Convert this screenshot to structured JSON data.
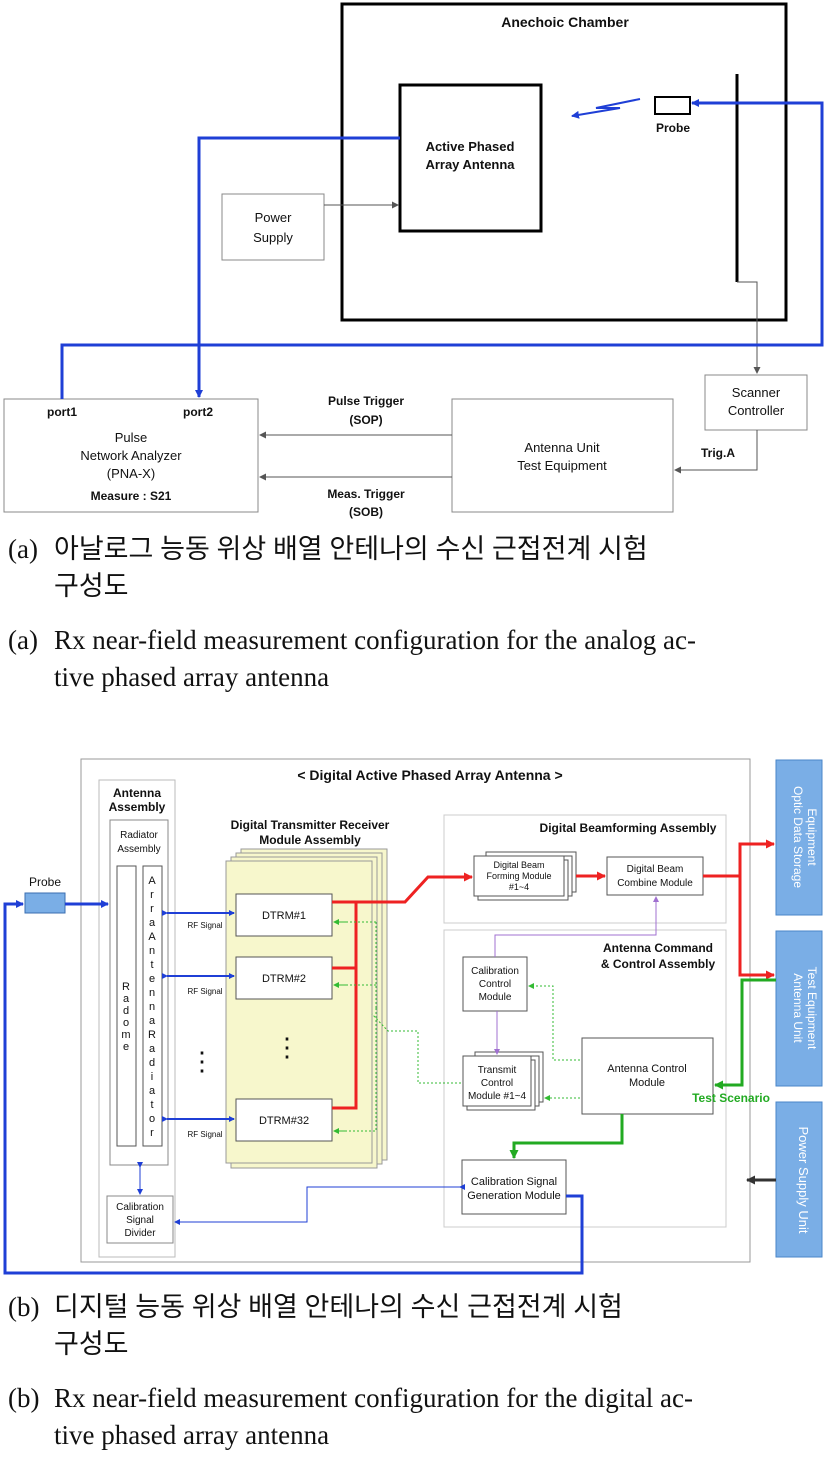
{
  "diagram_a": {
    "chamber": "Anechoic Chamber",
    "antenna_line1": "Active Phased",
    "antenna_line2": "Array Antenna",
    "probe": "Probe",
    "power_line1": "Power",
    "power_line2": "Supply",
    "scanner_line1": "Scanner",
    "scanner_line2": "Controller",
    "pna_port1": "port1",
    "pna_port2": "port2",
    "pna_line1": "Pulse",
    "pna_line2": "Network Analyzer",
    "pna_line3": "(PNA-X)",
    "pna_measure": "Measure : S21",
    "ate_line1": "Antenna Unit",
    "ate_line2": "Test Equipment",
    "pulse_trigger_line1": "Pulse Trigger",
    "pulse_trigger_line2": "(SOP)",
    "meas_trigger_line1": "Meas. Trigger",
    "meas_trigger_line2": "(SOB)",
    "trig_a": "Trig.A"
  },
  "caption_a": {
    "korean_label": "(a)",
    "korean_line1": "아날로그 능동 위상 배열 안테나의 수신 근접전계 시험",
    "korean_line2": "구성도",
    "english_label": "(a)",
    "english_line1": "Rx near-field measurement configuration for the analog ac-",
    "english_line2": "tive phased array antenna"
  },
  "diagram_b": {
    "title": "< Digital Active Phased Array Antenna >",
    "probe": "Probe",
    "antenna_assembly_line1": "Antenna",
    "antenna_assembly_line2": "Assembly",
    "radiator_assembly_line1": "Radiator",
    "radiator_assembly_line2": "Assembly",
    "radome_letters": [
      "R",
      "a",
      "d",
      "o",
      "m",
      "e"
    ],
    "array_radiator_letters": [
      "A",
      "r",
      "r",
      "a",
      "A",
      "n",
      "t",
      "e",
      "n",
      "n",
      "a",
      "R",
      "a",
      "d",
      "i",
      "a",
      "t",
      "o",
      "r"
    ],
    "cal_divider_line1": "Calibration",
    "cal_divider_line2": "Signal",
    "cal_divider_line3": "Divider",
    "dtrm_assembly_line1": "Digital Transmitter Receiver",
    "dtrm_assembly_line2": "Module Assembly",
    "dtrm1": "DTRM#1",
    "dtrm2": "DTRM#2",
    "dtrm32": "DTRM#32",
    "rf_signal": "RF Signal",
    "ellipsis": "⋮",
    "dbf_assembly": "Digital Beamforming Assembly",
    "dbf_module_line1": "Digital Beam",
    "dbf_module_line2": "Forming Module",
    "dbf_module_line3": "#1~4",
    "dbc_module_line1": "Digital Beam",
    "dbc_module_line2": "Combine Module",
    "acc_assembly_line1": "Antenna Command",
    "acc_assembly_line2": "& Control Assembly",
    "cal_control_line1": "Calibration",
    "cal_control_line2": "Control",
    "cal_control_line3": "Module",
    "tx_control_line1": "Transmit",
    "tx_control_line2": "Control",
    "tx_control_line3": "Module #1~4",
    "ant_control_line1": "Antenna Control",
    "ant_control_line2": "Module",
    "cal_gen_line1": "Calibration Signal",
    "cal_gen_line2": "Generation Module",
    "test_scenario": "Test Scenario",
    "optic_line1": "Optic Data Storage",
    "optic_line2": "Equipment",
    "ate_line1": "Antenna Unit",
    "ate_line2": "Test Equipment",
    "psu": "Power Supply Unit"
  },
  "caption_b": {
    "korean_label": "(b)",
    "korean_line1": "디지털 능동 위상 배열 안테나의 수신 근접전계 시험",
    "korean_line2": "구성도",
    "english_label": "(b)",
    "english_line1": "Rx near-field measurement configuration for the digital ac-",
    "english_line2": "tive phased array antenna"
  },
  "colors": {
    "rf_blue": "#1f3fd6",
    "digital_red": "#ee2222",
    "control_green": "#22aa22",
    "dotted_green": "#33bb33",
    "cal_purple": "#a070d0",
    "side_box_blue": "#7aaee6",
    "dtrm_fill": "#f7f7cc"
  }
}
